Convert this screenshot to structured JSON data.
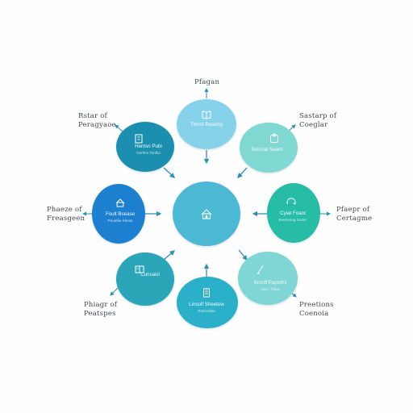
{
  "nodes": {
    "center": {
      "color": "#4bb8d4",
      "icon": "house-icon"
    },
    "top": {
      "color": "#86d2ea",
      "icon": "book-icon",
      "title": "Tinnst Rearing",
      "sub": ""
    },
    "top_left": {
      "color": "#1c8fb0",
      "icon": "building-icon",
      "title": "Hentsn Pubi",
      "sub": "Oerfinn Tonflut"
    },
    "top_right": {
      "color": "#7fd9d2",
      "icon": "puzzle-icon",
      "title": "Sotcnal Saant",
      "sub": ""
    },
    "left": {
      "color": "#1d7fcf",
      "icon": "house-icon",
      "title": "Foult Bsease",
      "sub": "Poutefie Sitoos"
    },
    "right": {
      "color": "#28bca5",
      "icon": "refresh-icon",
      "title": "Cyiat Foant",
      "sub": "Bevreeing Sodec"
    },
    "bottom_left": {
      "color": "#2aa6b8",
      "icon": "book-icon",
      "title": "Cunsaisl",
      "sub": ""
    },
    "bottom": {
      "color": "#2bb0c8",
      "icon": "doc-icon",
      "title": "Linsolf Sheetow",
      "sub": "Rosreslles"
    },
    "bottom_right": {
      "color": "#80d5d5",
      "icon": "pen-icon",
      "title": "Srontf Papsrlrs",
      "sub": "Sisin Tiftaa"
    }
  },
  "labels": {
    "top": "Pfagan",
    "top_left": "Rstar of\nPeragyaoe",
    "top_right": "Sastarp of\nCoeglar",
    "left": "Phaeze of\nFreasgeen",
    "right": "Pfaepr of\nCertagme",
    "bottom_left": "Phiagr of\nPeatspes",
    "bottom_right": "Preetions\nCoenoia"
  },
  "colors": {
    "arrow": "#2c8fb6",
    "label": "#3f4a52"
  }
}
